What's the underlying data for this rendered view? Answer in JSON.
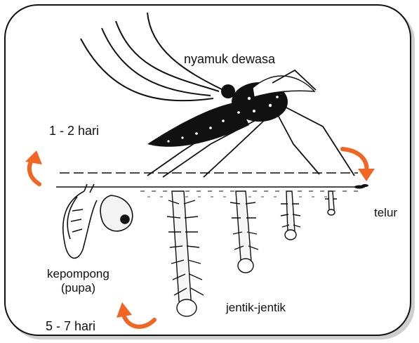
{
  "labels": {
    "adult": "nyamuk dewasa",
    "days_1_2": "1 - 2 hari",
    "egg": "telur",
    "pupa_line1": "kepompong",
    "pupa_line2": "(pupa)",
    "days_5_7": "5 - 7 hari",
    "larva": "jentik-jentik"
  },
  "colors": {
    "arrow": "#f26522",
    "ink": "#111111"
  }
}
